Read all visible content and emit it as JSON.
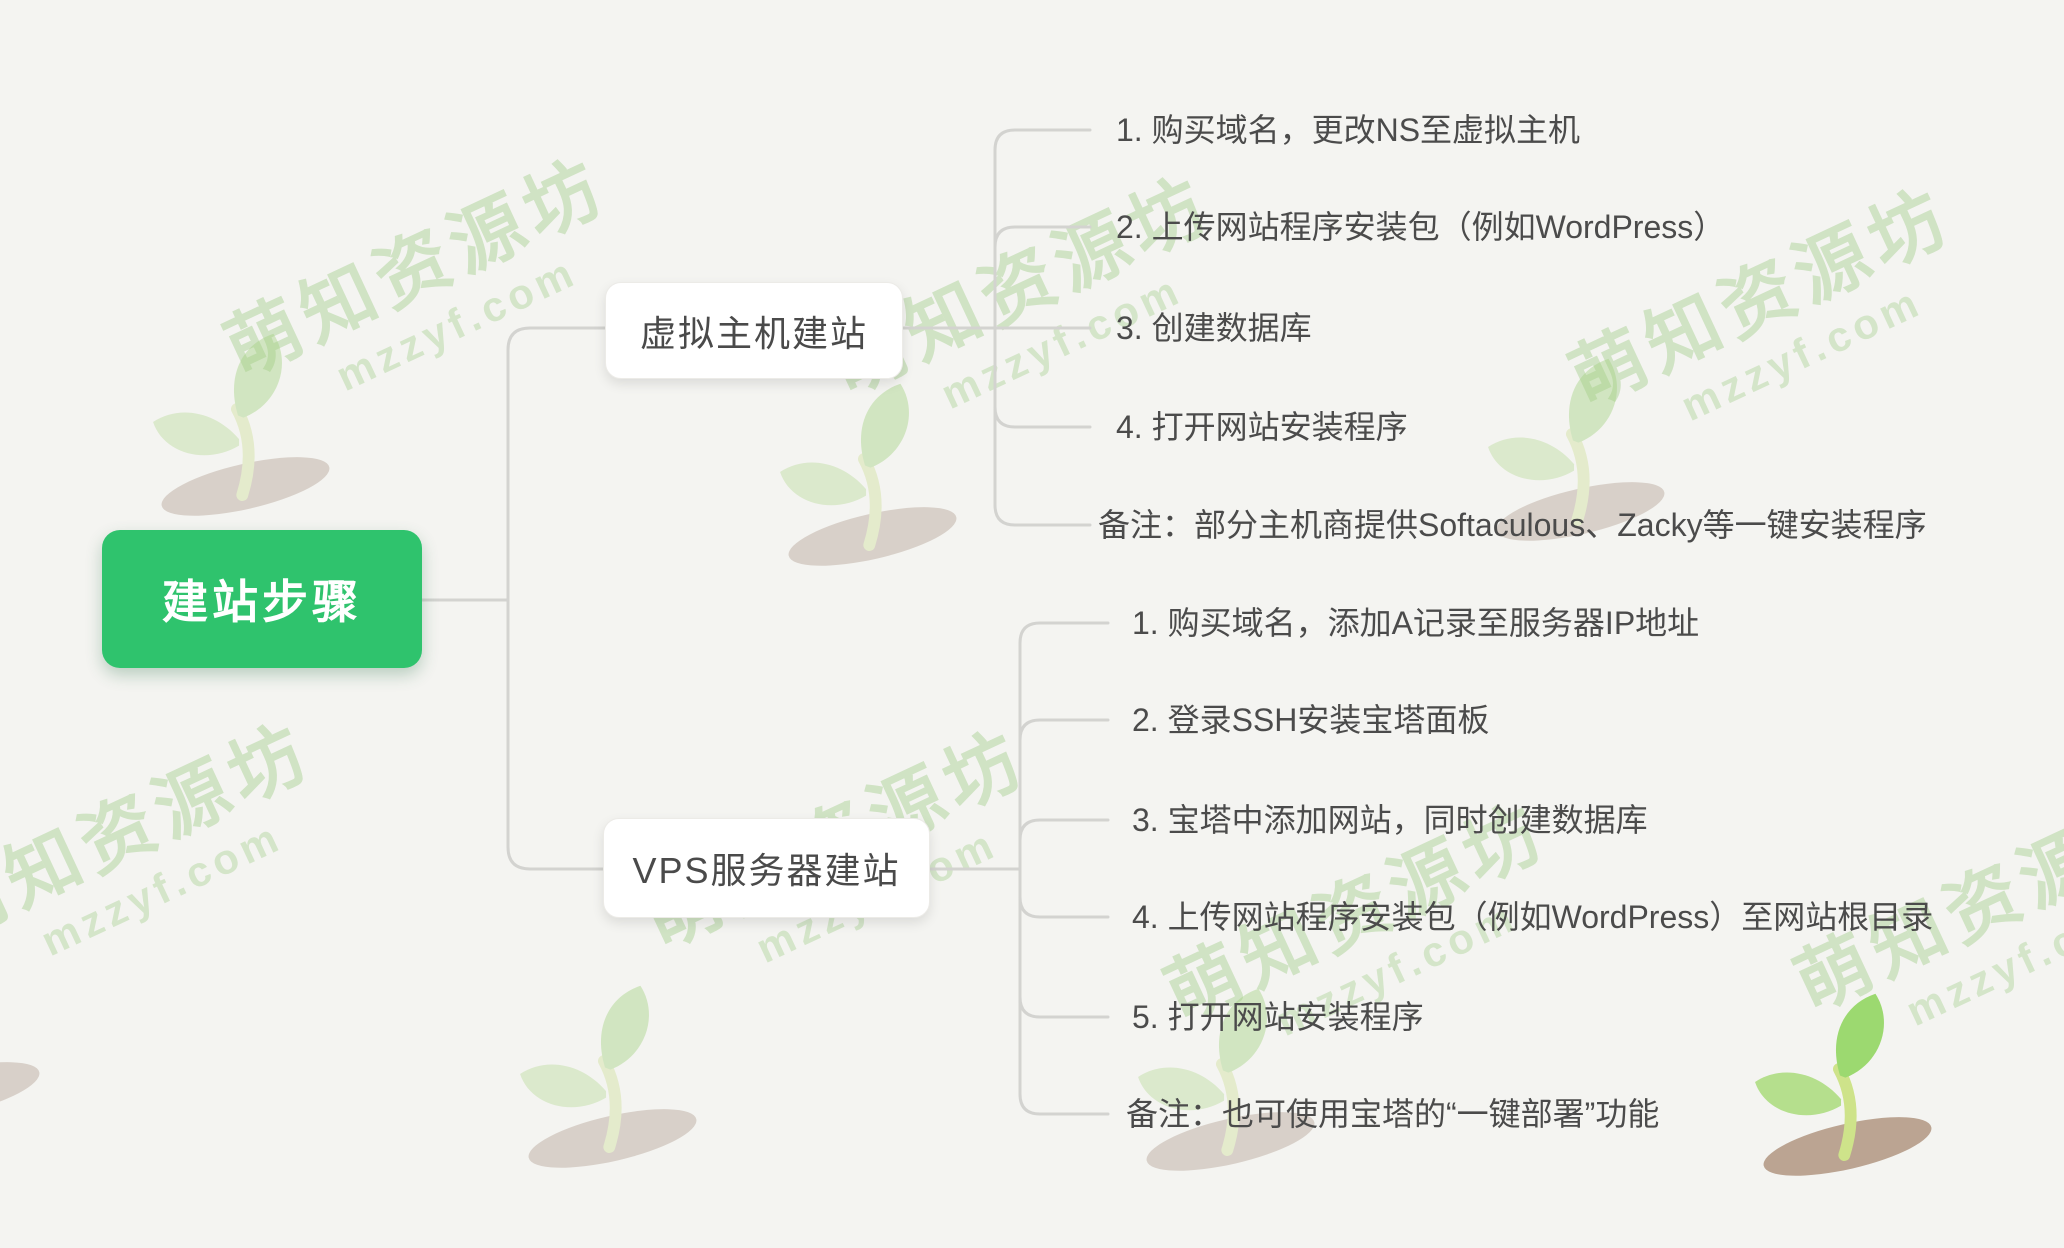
{
  "mindmap": {
    "root": {
      "label": "建站步骤"
    },
    "branches": [
      {
        "label": "虚拟主机建站",
        "children": [
          "1. 购买域名，更改NS至虚拟主机",
          "2. 上传网站程序安装包（例如WordPress）",
          "3. 创建数据库",
          "4. 打开网站安装程序",
          "备注：部分主机商提供Softaculous、Zacky等一键安装程序"
        ]
      },
      {
        "label": "VPS服务器建站",
        "children": [
          "1. 购买域名，添加A记录至服务器IP地址",
          "2. 登录SSH安装宝塔面板",
          "3. 宝塔中添加网站，同时创建数据库",
          "4. 上传网站程序安装包（例如WordPress）至网站根目录",
          "5. 打开网站安装程序",
          "备注：也可使用宝塔的“一键部署”功能"
        ]
      }
    ]
  },
  "watermark": {
    "brand": "萌知资源坊",
    "domain": "mzzyf.com"
  },
  "colors": {
    "background": "#f4f4f1",
    "root_node": "#2fc36d",
    "root_text": "#ffffff",
    "connector": "#d3d3d0",
    "topic_text": "#4a4a4a",
    "watermark_green": "#8ac26c"
  }
}
